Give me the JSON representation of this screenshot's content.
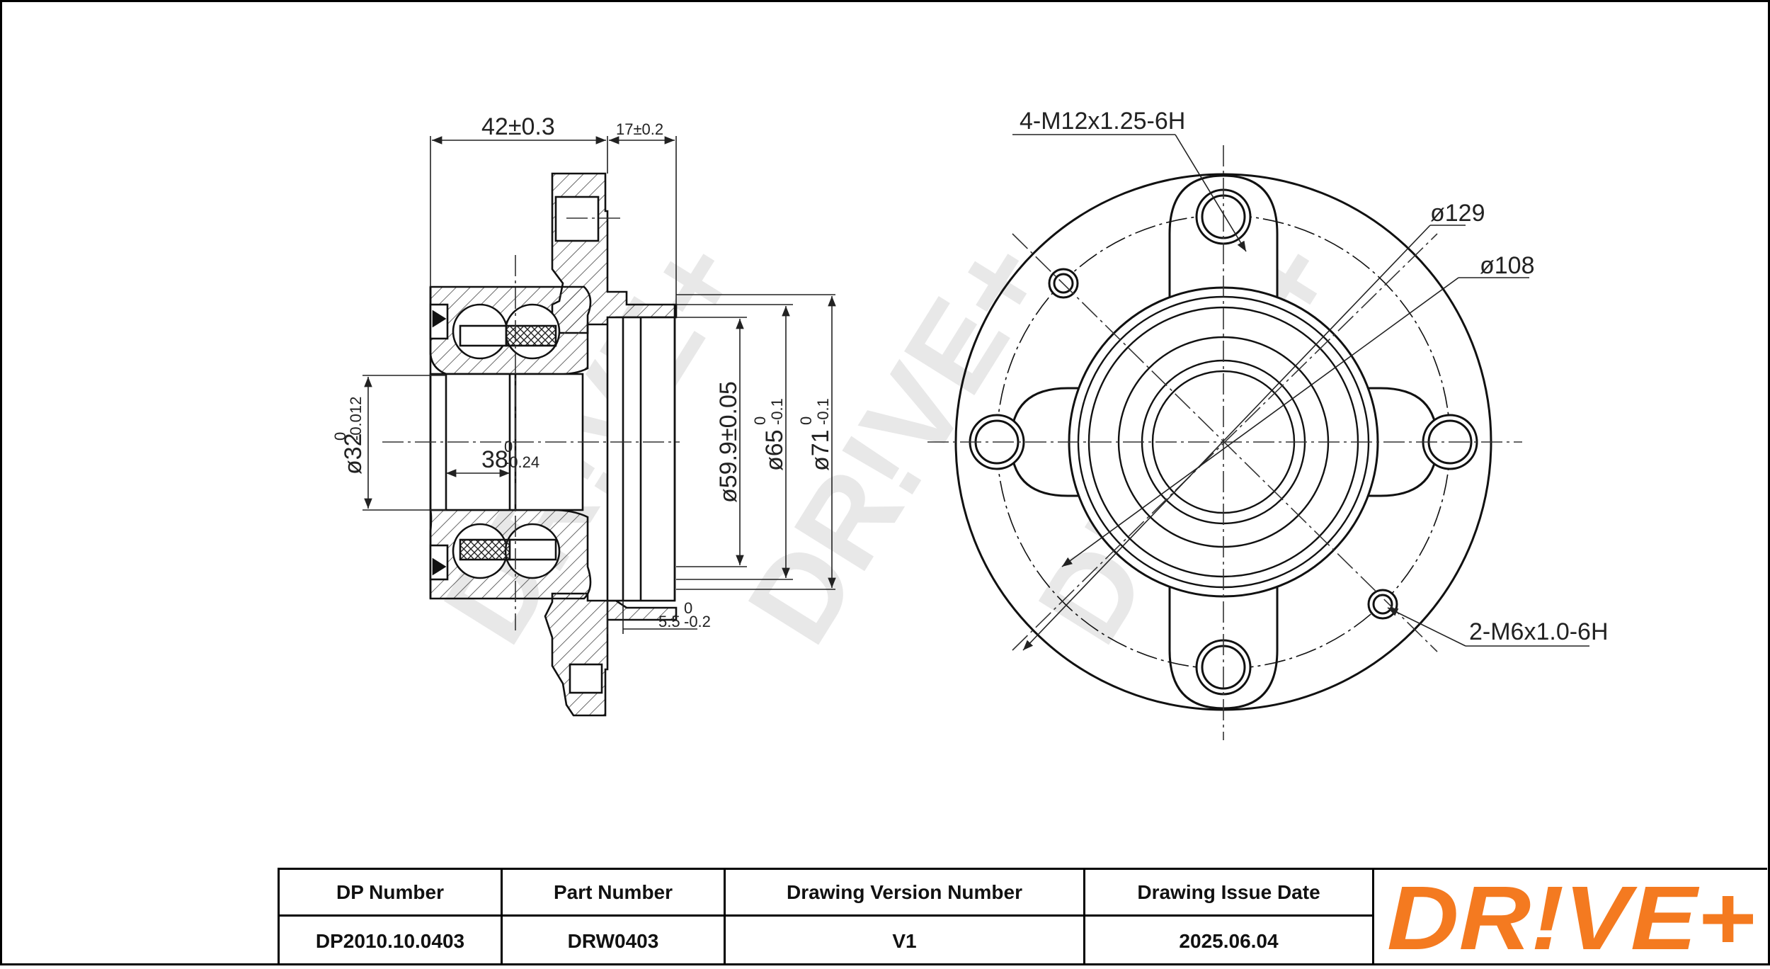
{
  "drawing": {
    "watermark": "DR!VE+",
    "left_view": {
      "dims": {
        "overall_width": "42±0.3",
        "flange_width": "17±0.2",
        "inner_bore": "ø32",
        "inner_bore_tol_upper": "0",
        "inner_bore_tol_lower": "-0.012",
        "bearing_width": "38",
        "bearing_width_tol_upper": "0",
        "bearing_width_tol_lower": "-0.24",
        "pilot_dia": "ø59.9±0.05",
        "seat_dia": "ø65",
        "seat_dia_tol_upper": "0",
        "seat_dia_tol_lower": "-0.1",
        "outer_dia": "ø71",
        "outer_dia_tol_upper": "0",
        "outer_dia_tol_lower": "-0.1",
        "step": "5.5",
        "step_tol_upper": "0",
        "step_tol_lower": "-0.2"
      }
    },
    "right_view": {
      "thread_studs": "4-M12x1.25-6H",
      "pcd_outer": "ø129",
      "pcd_inner": "ø108",
      "thread_small": "2-M6x1.0-6H"
    }
  },
  "title_block": {
    "headers": [
      "DP Number",
      "Part Number",
      "Drawing Version Number",
      "Drawing Issue Date"
    ],
    "values": [
      "DP2010.10.0403",
      "DRW0403",
      "V1",
      "2025.06.04"
    ],
    "logo_text": "DR!VE+",
    "logo_color": "#f47a20"
  }
}
